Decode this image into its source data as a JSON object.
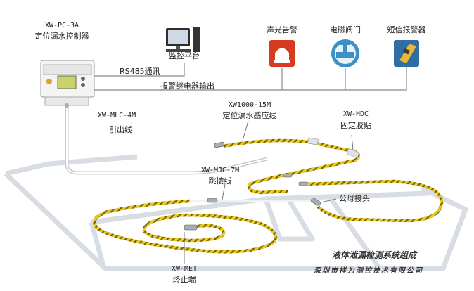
{
  "controller": {
    "model": "XW-PC-3A",
    "name": "定位漏水控制器"
  },
  "computer": {
    "name": "监控平台"
  },
  "devices": [
    {
      "name": "声光告警",
      "icon": "alarm-light-icon"
    },
    {
      "name": "电磁阀门",
      "icon": "solenoid-valve-icon"
    },
    {
      "name": "短信报警器",
      "icon": "sms-alarm-icon"
    }
  ],
  "links": {
    "rs485": "RS485通讯",
    "relay": "报警继电器输出"
  },
  "parts": {
    "lead_model": "XW-MLC-4M",
    "lead_name": "引出线",
    "sensor_model": "XW1000-15M",
    "sensor_name": "定位漏水感应线",
    "clip_model": "XW-HDC",
    "clip_name": "固定胶贴",
    "jumper_model": "XW-MJC-7M",
    "jumper_name": "跳接线",
    "connector_name": "公母接头",
    "end_model": "XW-MET",
    "end_name": "终止端"
  },
  "footer": {
    "title": "液体泄漏检测系统组成",
    "company": "深圳市祥为测控技术有限公司"
  },
  "colors": {
    "cable_yellow": "#e8c81a",
    "cable_dark": "#5a4a10",
    "floor_line": "#d8dde4",
    "wire": "#888888"
  }
}
